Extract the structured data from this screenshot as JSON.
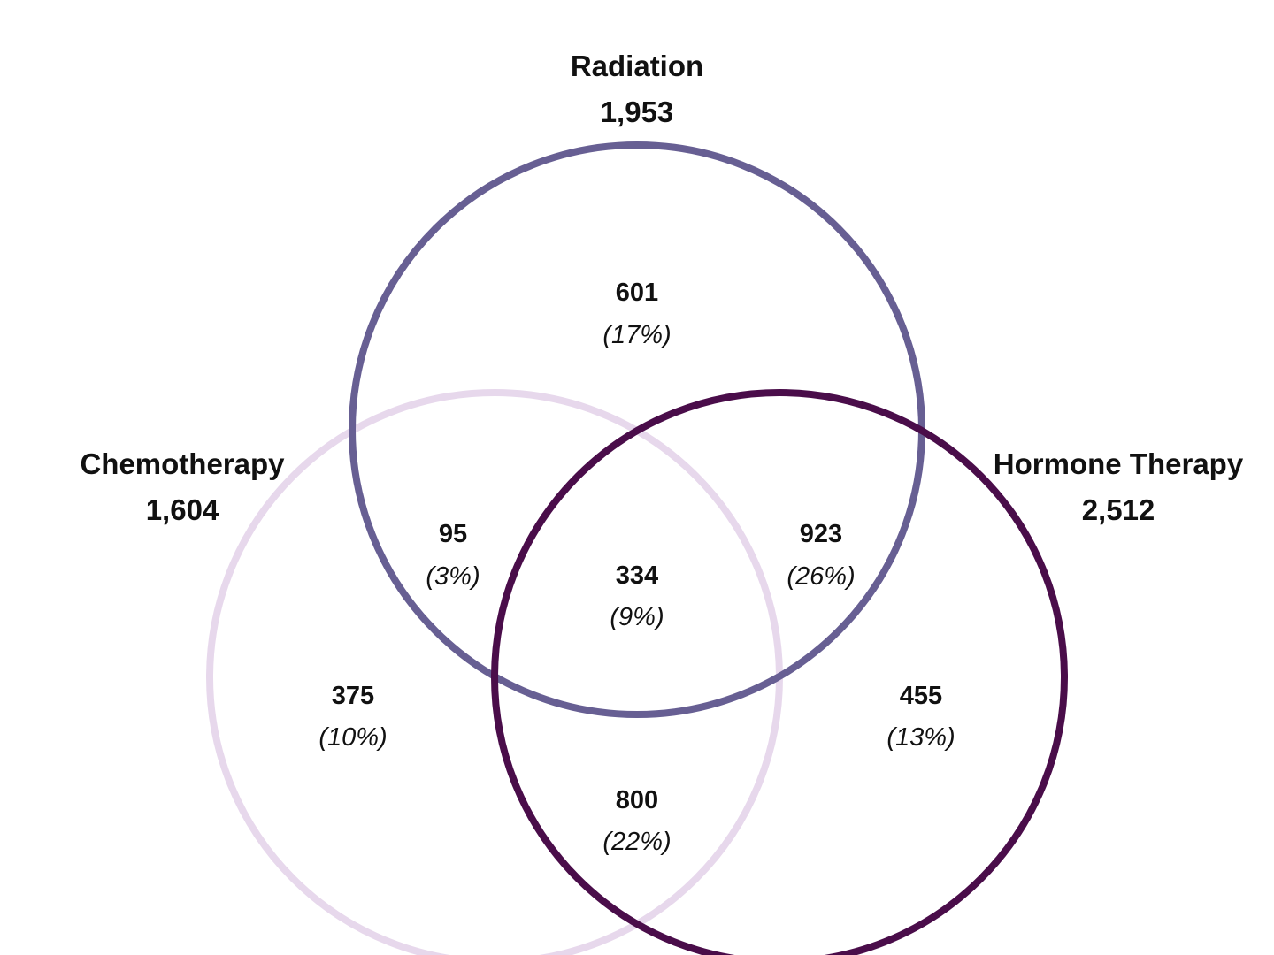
{
  "sets": [
    {
      "id": "radiation",
      "name": "Radiation",
      "total": "1,953",
      "color": "#675f93"
    },
    {
      "id": "chemotherapy",
      "name": "Chemotherapy",
      "total": "1,604",
      "color": "#e7d8ec"
    },
    {
      "id": "hormone",
      "name": "Hormone Therapy",
      "total": "2,512",
      "color": "#4a0d4a"
    }
  ],
  "regions": {
    "radiation_only": {
      "sets": [
        "Radiation"
      ],
      "count": "601",
      "percent": "(17%)"
    },
    "chemo_radiation": {
      "sets": [
        "Chemotherapy",
        "Radiation"
      ],
      "count": "95",
      "percent": "(3%)"
    },
    "all_three": {
      "sets": [
        "Radiation",
        "Chemotherapy",
        "Hormone Therapy"
      ],
      "count": "334",
      "percent": "(9%)"
    },
    "radiation_hormone": {
      "sets": [
        "Radiation",
        "Hormone Therapy"
      ],
      "count": "923",
      "percent": "(26%)"
    },
    "chemo_only": {
      "sets": [
        "Chemotherapy"
      ],
      "count": "375",
      "percent": "(10%)"
    },
    "hormone_only": {
      "sets": [
        "Hormone Therapy"
      ],
      "count": "455",
      "percent": "(13%)"
    },
    "chemo_hormone": {
      "sets": [
        "Chemotherapy",
        "Hormone Therapy"
      ],
      "count": "800",
      "percent": "(22%)"
    }
  }
}
